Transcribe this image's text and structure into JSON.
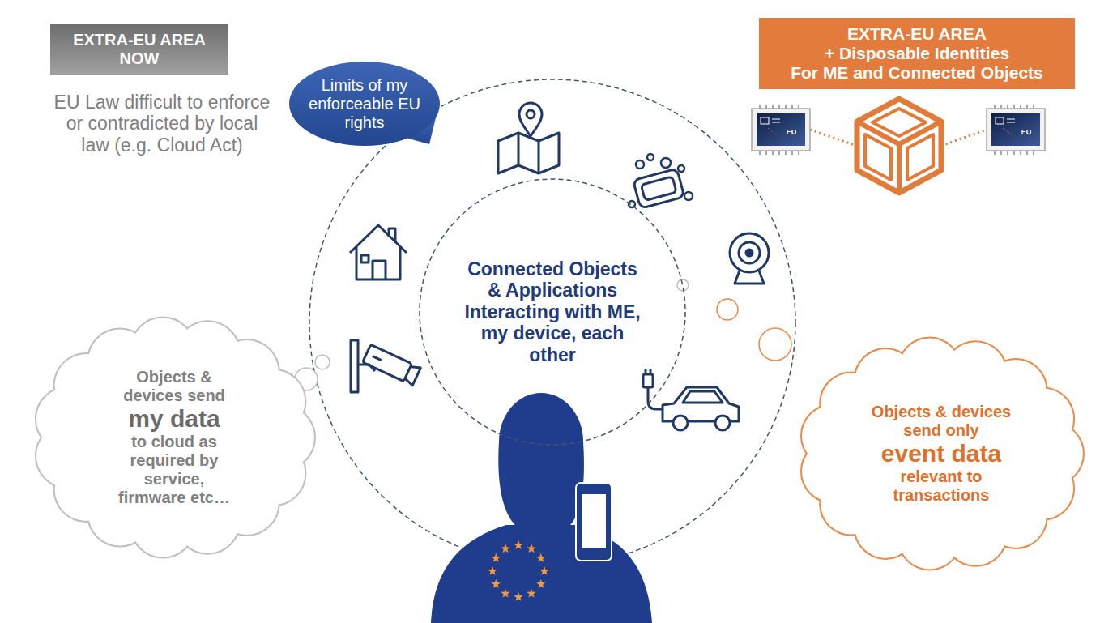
{
  "diagram": {
    "nodes": [
      {
        "text": [
          "EXTRA-EU AREA NOW"
        ]
      },
      {
        "text": [
          "EXTRA-EU AREA",
          "+ Disposable Identities",
          "For ME and Connected Objects"
        ]
      },
      {
        "text": [
          "Limits of my enforceable EU rights"
        ]
      },
      {
        "text": [
          "Connected Objects & Applications Interacting with ME, my device, each other"
        ]
      },
      {
        "text": [
          "Objects & devices send",
          "my data",
          "to cloud as required by service, firmware etc…"
        ]
      },
      {
        "text": [
          "Objects & devices send only",
          "event data",
          "relevant to transactions"
        ]
      }
    ],
    "labels": [
      "EU Law difficult to enforce or contradicted by local law (e.g. Cloud Act)",
      "EU",
      "EU"
    ]
  }
}
